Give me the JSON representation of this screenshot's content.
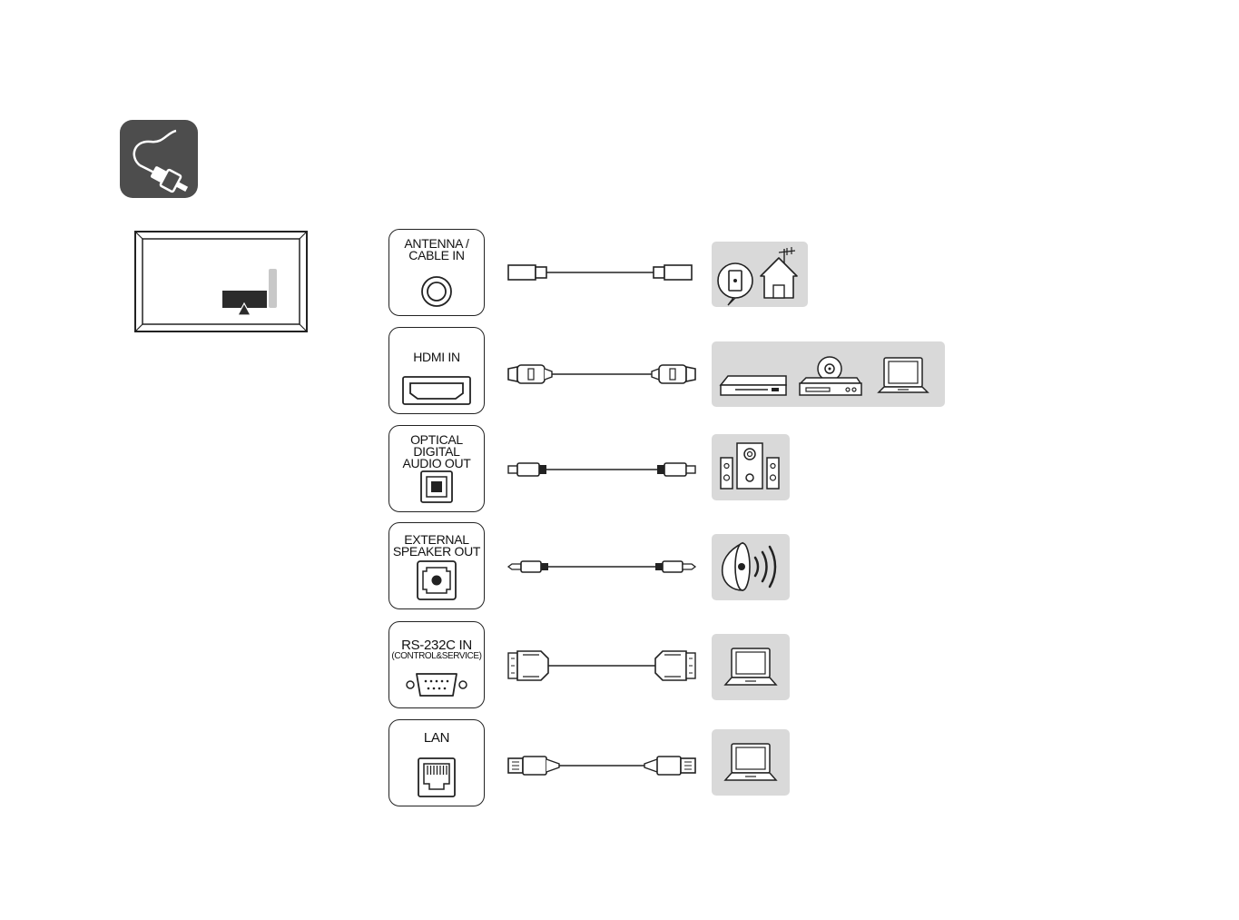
{
  "colors": {
    "line": "#222222",
    "icon_bg": "#4d4d4d",
    "device_bg": "#d9d9d9",
    "panel_dark": "#2b2b2b",
    "panel_light": "#c8c8c8"
  },
  "connections": [
    {
      "id": "antenna",
      "port_label": "ANTENNA /\nCABLE IN",
      "port_icon": "coaxial-jack-icon",
      "cable": "coaxial-cable",
      "devices": [
        "wall-antenna-icon",
        "house-antenna-icon"
      ]
    },
    {
      "id": "hdmi",
      "port_label": "HDMI IN",
      "port_icon": "hdmi-port-icon",
      "cable": "hdmi-cable",
      "devices": [
        "set-top-box-icon",
        "dvd-player-icon",
        "laptop-icon"
      ]
    },
    {
      "id": "optical",
      "port_label": "OPTICAL\nDIGITAL\nAUDIO OUT",
      "port_icon": "optical-port-icon",
      "cable": "optical-cable",
      "devices": [
        "speaker-system-icon"
      ]
    },
    {
      "id": "speaker",
      "port_label": "EXTERNAL\nSPEAKER OUT",
      "port_icon": "audio-jack-icon",
      "cable": "audio-3.5mm-cable",
      "devices": [
        "speaker-sound-icon"
      ]
    },
    {
      "id": "rs232",
      "port_label": "RS-232C IN",
      "port_sublabel": "(CONTROL&SERVICE)",
      "port_icon": "dsub-port-icon",
      "cable": "rs232-cable",
      "devices": [
        "laptop-icon"
      ]
    },
    {
      "id": "lan",
      "port_label": "LAN",
      "port_icon": "rj45-port-icon",
      "cable": "lan-cable",
      "devices": [
        "laptop-icon"
      ]
    }
  ]
}
